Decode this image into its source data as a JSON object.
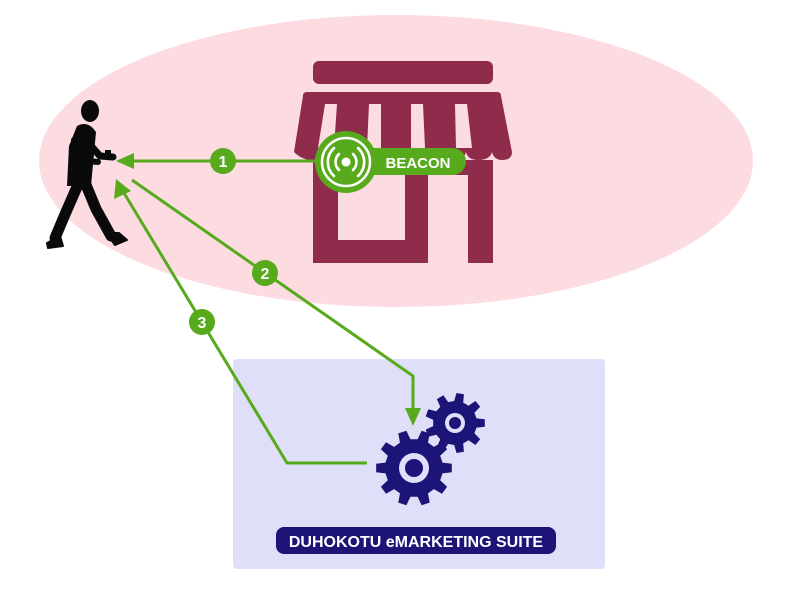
{
  "colors": {
    "zone": "#fcdbe1",
    "store": "#8f2c4b",
    "accent": "#57aa1c",
    "suite_panel": "#dfdff9",
    "gear": "#1c1577",
    "badge_bg": "#1c1577",
    "badge_text": "#ffffff",
    "person": "#0a0a0a"
  },
  "icons": {
    "person": "walking-person-icon",
    "store": "storefront-icon",
    "beacon": "beacon-signal-icon",
    "gears": "gears-icon"
  },
  "beacon": {
    "label": "BEACON"
  },
  "steps": [
    {
      "number": "1"
    },
    {
      "number": "2"
    },
    {
      "number": "3"
    }
  ],
  "suite": {
    "label": "DUHOKOTU eMARKETING SUITE"
  }
}
